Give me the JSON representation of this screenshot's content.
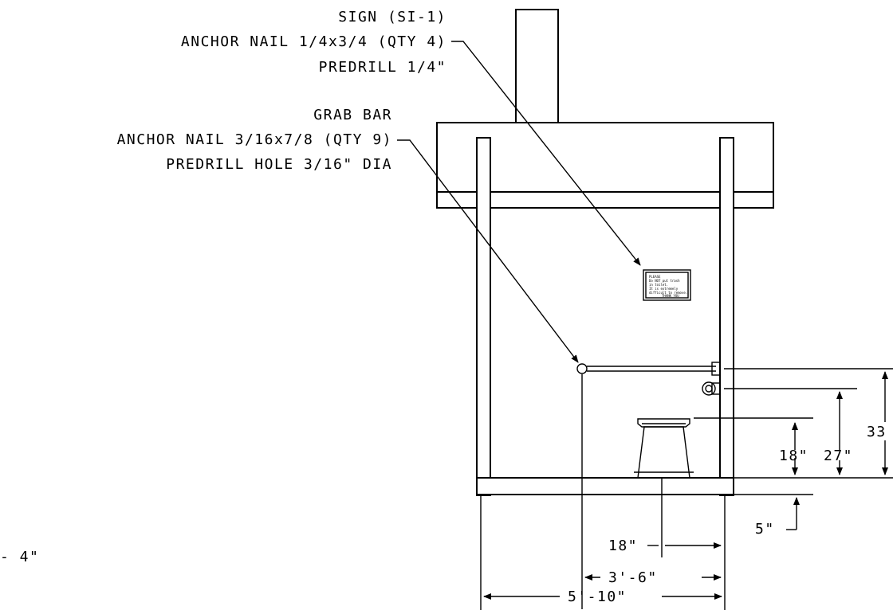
{
  "callouts": {
    "sign": {
      "line1": "SIGN (SI-1)",
      "line2": "ANCHOR NAIL 1/4x3/4 (QTY 4)",
      "line3": "PREDRILL 1/4\""
    },
    "grab_bar": {
      "line1": "GRAB BAR",
      "line2": "ANCHOR NAIL 3/16x7/8 (QTY 9)",
      "line3": "PREDRILL HOLE 3/16\" DIA"
    }
  },
  "dimensions": {
    "seat_height": "18\"",
    "dispenser_height": "27\"",
    "bar_height": "33",
    "floor_offset": "5\"",
    "seat_centerline": "18\"",
    "grab_bar_length": "3'-6\"",
    "overall_width": "5'-10\"",
    "partial_left": "- 4\""
  },
  "sign_plate": {
    "lines": [
      "PLEASE",
      "Do NOT put trash",
      "in toilet.",
      "It is extremely",
      "difficult to remove.",
      "THANK YOU"
    ]
  }
}
